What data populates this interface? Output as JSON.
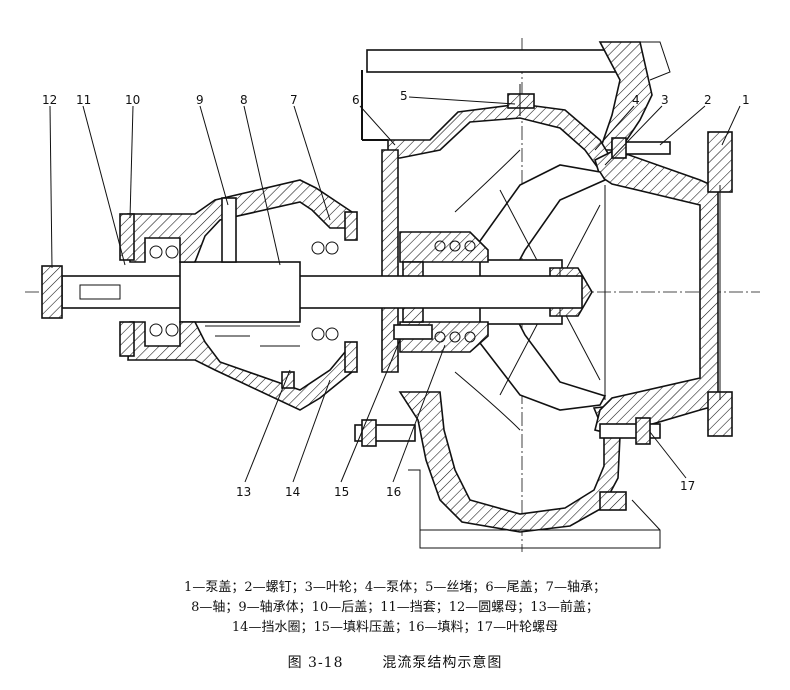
{
  "callouts": [
    "1",
    "2",
    "3",
    "4",
    "5",
    "6",
    "7",
    "8",
    "9",
    "10",
    "11",
    "12",
    "13",
    "14",
    "15",
    "16",
    "17"
  ],
  "legend": {
    "line1": "1—泵盖；2—螺钉；3—叶轮；4—泵体；5—丝堵；6—尾盖；7—轴承；",
    "line2": "8—轴；9—轴承体；10—后盖；11—挡套；12—圆螺母；13—前盖；",
    "line3": "14—挡水圈；15—填料压盖；16—填料；17—叶轮螺母"
  },
  "caption": {
    "figure_no": "图 3-18",
    "title": "混流泵结构示意图"
  }
}
